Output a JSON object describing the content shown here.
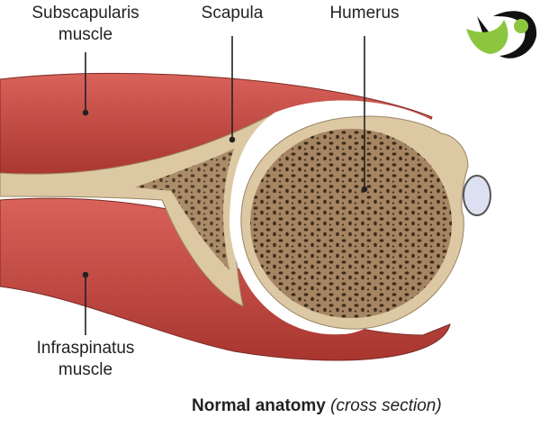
{
  "labels": {
    "subscapularis": [
      "Subscapularis",
      "muscle"
    ],
    "scapula": "Scapula",
    "humerus": "Humerus",
    "infraspinatus": [
      "Infraspinatus",
      "muscle"
    ]
  },
  "caption": {
    "bold": "Normal anatomy",
    "italic": "(cross section)"
  },
  "logo": {
    "name": "logo-icon"
  },
  "colors": {
    "muscle": "#c24a45",
    "bone": "#d8c4a0",
    "spongy": "#9c7b5a",
    "logo_green": "#8cc63f"
  }
}
